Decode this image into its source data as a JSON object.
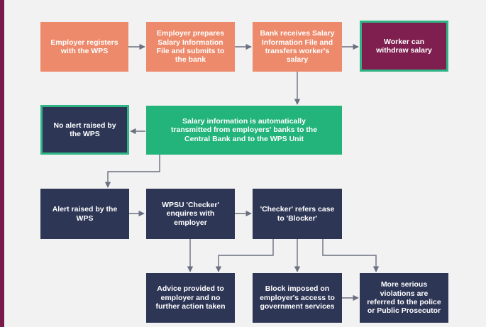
{
  "boxes": {
    "employer_registers": "Employer registers with the WPS",
    "employer_prepares": "Employer prepares Salary Information File and submits to the bank",
    "bank_receives": "Bank receives Salary Information File and transfers worker's salary",
    "worker_withdraw": "Worker can withdraw salary",
    "salary_transmitted": "Salary information is automatically transmitted from employers' banks to the Central Bank and to the WPS Unit",
    "no_alert": "No alert raised by the WPS",
    "alert_raised": "Alert raised by the WPS",
    "checker_enquires": "WPSU 'Checker' enquires with employer",
    "checker_refers": "'Checker' refers case to 'Blocker'",
    "advice_provided": "Advice provided to employer and no further action taken",
    "block_imposed": "Block imposed on employer's access to government services",
    "serious_violations": "More serious violations are referred to the police or Public Prosecutor"
  },
  "colors": {
    "orange": "#ed8a6b",
    "maroon": "#7e1f4f",
    "green": "#22b47b",
    "navy": "#2e3656",
    "outline_green": "#2fb585",
    "connector": "#6b7080"
  }
}
